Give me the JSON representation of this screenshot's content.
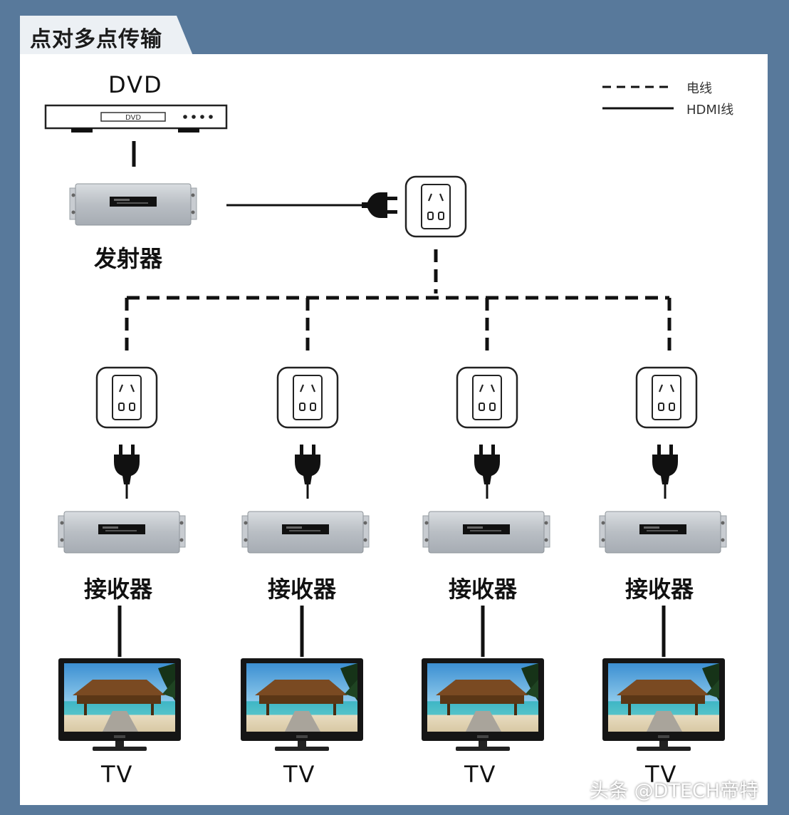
{
  "title": "点对多点传输",
  "legend": {
    "power_line": "电线",
    "hdmi_line": "HDMI线"
  },
  "dvd": {
    "label": "DVD",
    "screen_text": "DVD"
  },
  "transmitter": {
    "label": "发射器"
  },
  "receivers": [
    {
      "label": "接收器",
      "tv_label": "TV"
    },
    {
      "label": "接收器",
      "tv_label": "TV"
    },
    {
      "label": "接收器",
      "tv_label": "TV"
    },
    {
      "label": "接收器",
      "tv_label": "TV"
    }
  ],
  "watermark": "头条 @DTECH帝特",
  "colors": {
    "background": "#58799b",
    "panel": "#ffffff",
    "line": "#111111",
    "device_metal": "#bdc2c7"
  }
}
